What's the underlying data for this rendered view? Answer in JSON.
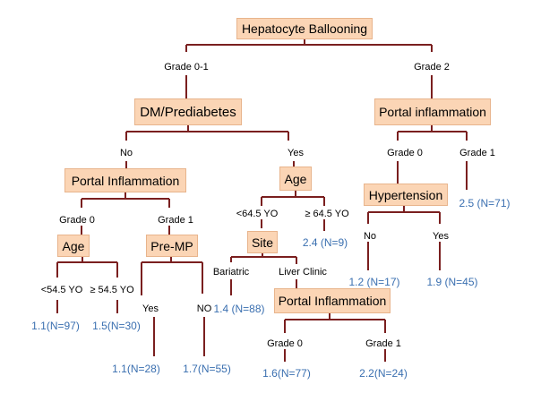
{
  "nodes": {
    "root": "Hepatocyte Ballooning",
    "dm": "DM/Prediabetes",
    "portal_right": "Portal inflammation",
    "portal_left": "Portal Inflammation",
    "age_mid": "Age",
    "hypertension": "Hypertension",
    "age_left": "Age",
    "premp": "Pre-MP",
    "site": "Site",
    "portal_bottom": "Portal Inflammation"
  },
  "edges": {
    "grade01": "Grade 0-1",
    "grade2": "Grade 2",
    "no": "No",
    "yes": "Yes",
    "pr_grade0": "Grade 0",
    "pr_grade1": "Grade 1",
    "pl_grade0": "Grade 0",
    "pl_grade1": "Grade 1",
    "lt645": "<64.5 YO",
    "ge645": "≥ 64.5 YO",
    "hyp_no": "No",
    "hyp_yes": "Yes",
    "lt545": "<54.5 YO",
    "ge545": "≥ 54.5 YO",
    "premp_yes": "Yes",
    "premp_no": "NO",
    "bariatric": "Bariatric",
    "liver_clinic": "Liver Clinic",
    "pb_grade0": "Grade 0",
    "pb_grade1": "Grade 1"
  },
  "leaves": {
    "l_25": "2.5 (N=71)",
    "l_24": "2.4 (N=9)",
    "l_12": "1.2 (N=17)",
    "l_19": "1.9 (N=45)",
    "l_14": "1.4 (N=88)",
    "l_11_97": "1.1(N=97)",
    "l_15": "1.5(N=30)",
    "l_11_28": "1.1(N=28)",
    "l_17": "1.7(N=55)",
    "l_16": "1.6(N=77)",
    "l_22": "2.2(N=24)"
  },
  "colors": {
    "node_fill": "#fbd5b5",
    "node_border": "#e8b48c",
    "line": "#7a1f1f",
    "leaf_text": "#3a6fb0"
  }
}
